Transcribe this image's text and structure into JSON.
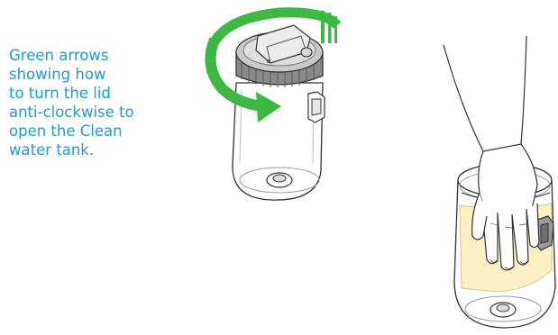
{
  "caption": {
    "lines": [
      "Green arrows",
      "showing how",
      "to turn the lid",
      "anti-clockwise to",
      "open the Clean",
      "water tank."
    ]
  },
  "colors": {
    "caption_text": "#1e9ad6",
    "arrow_green": "#3db843",
    "lid_grey": "#8a8a8a",
    "water_yellow": "#fbf0c4",
    "outline": "#333333"
  },
  "icons": {
    "rotate_arrow": "curved-arrow-anticlockwise",
    "tank_lid": "tank-lid",
    "tank": "clean-water-tank",
    "hand": "hand-cleaning-tank"
  }
}
